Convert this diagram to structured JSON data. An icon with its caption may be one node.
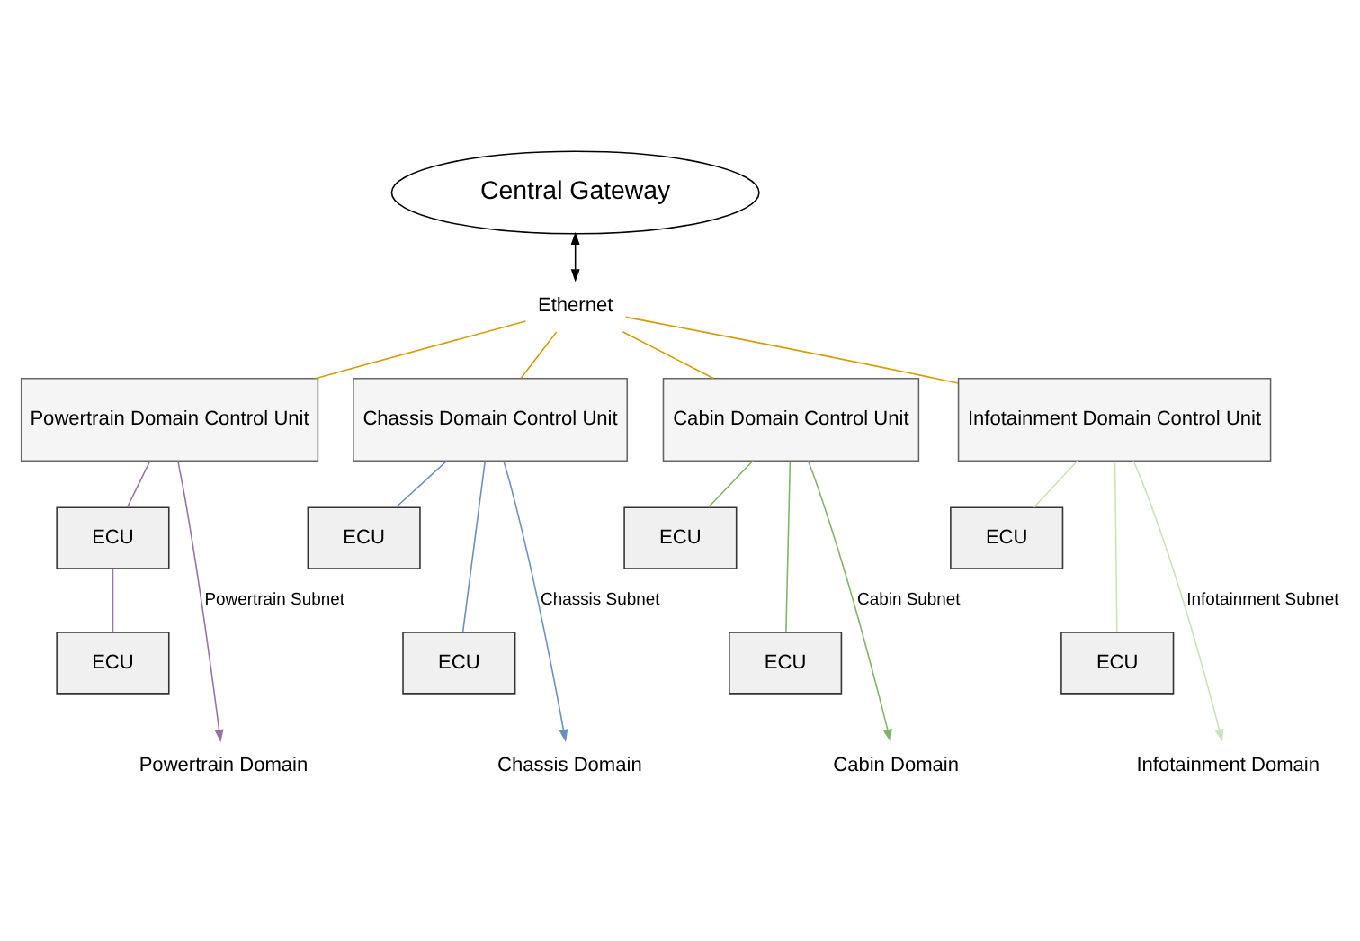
{
  "diagram": {
    "nodes": [
      {
        "text": [
          "Central Gateway"
        ]
      },
      {
        "text": [
          "Ethernet"
        ]
      },
      {
        "text": [
          "Powertrain Domain Control Unit"
        ]
      },
      {
        "text": [
          "Chassis Domain Control Unit"
        ]
      },
      {
        "text": [
          "Cabin Domain Control Unit"
        ]
      },
      {
        "text": [
          "Infotainment Domain Control Unit"
        ]
      },
      {
        "text": [
          "ECU"
        ]
      },
      {
        "text": [
          "ECU"
        ]
      },
      {
        "text": [
          "ECU"
        ]
      },
      {
        "text": [
          "ECU"
        ]
      },
      {
        "text": [
          "ECU"
        ]
      },
      {
        "text": [
          "ECU"
        ]
      },
      {
        "text": [
          "ECU"
        ]
      },
      {
        "text": [
          "ECU"
        ]
      },
      {
        "text": [
          "Powertrain Domain"
        ]
      },
      {
        "text": [
          "Chassis Domain"
        ]
      },
      {
        "text": [
          "Cabin Domain"
        ]
      },
      {
        "text": [
          "Infotainment Domain"
        ]
      }
    ],
    "edges": [
      {
        "from": 0,
        "to": 1,
        "arrow": "both",
        "color": "#000000"
      },
      {
        "from": 1,
        "to": 2,
        "arrow": "none",
        "color": "#d79b00"
      },
      {
        "from": 1,
        "to": 3,
        "arrow": "none",
        "color": "#d79b00"
      },
      {
        "from": 1,
        "to": 4,
        "arrow": "none",
        "color": "#d79b00"
      },
      {
        "from": 1,
        "to": 5,
        "arrow": "none",
        "color": "#d79b00"
      },
      {
        "from": 2,
        "to": 14,
        "arrow": "to",
        "label": "Powertrain Subnet",
        "color": "#9673a6"
      },
      {
        "from": 3,
        "to": 15,
        "arrow": "to",
        "label": "Chassis Subnet",
        "color": "#6c8ebf"
      },
      {
        "from": 4,
        "to": 16,
        "arrow": "to",
        "label": "Cabin Subnet",
        "color": "#82b366"
      },
      {
        "from": 5,
        "to": 17,
        "arrow": "to",
        "label": "Infotainment Subnet",
        "color": "#c9e3b8"
      },
      {
        "from": 2,
        "to": 6,
        "arrow": "none",
        "color": "#9673a6"
      },
      {
        "from": 6,
        "to": 10,
        "arrow": "none",
        "color": "#9673a6"
      },
      {
        "from": 3,
        "to": 7,
        "arrow": "none",
        "color": "#6c8ebf"
      },
      {
        "from": 3,
        "to": 11,
        "arrow": "none",
        "color": "#6c8ebf"
      },
      {
        "from": 4,
        "to": 8,
        "arrow": "none",
        "color": "#82b366"
      },
      {
        "from": 4,
        "to": 12,
        "arrow": "none",
        "color": "#82b366"
      },
      {
        "from": 5,
        "to": 9,
        "arrow": "none",
        "color": "#c9e3b8"
      },
      {
        "from": 5,
        "to": 13,
        "arrow": "none",
        "color": "#c9e3b8"
      }
    ]
  }
}
